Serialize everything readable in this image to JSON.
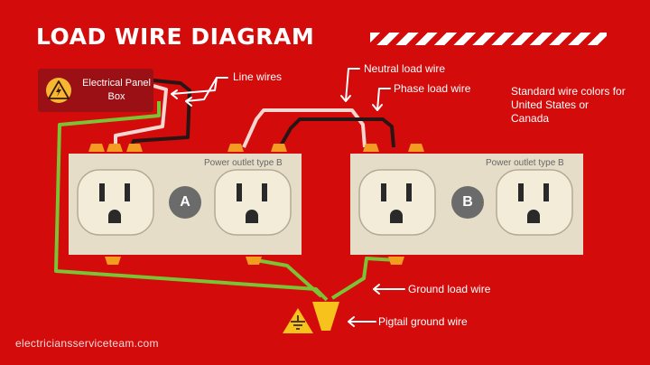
{
  "title": "LOAD WIRE DIAGRAM",
  "panel": {
    "label": "Electrical Panel Box",
    "icon": "lightning-bolt-icon"
  },
  "labels": {
    "line_wires": "Line wires",
    "neutral_load_wire": "Neutral load wire",
    "phase_load_wire": "Phase load wire",
    "ground_load_wire": "Ground load wire",
    "pigtail_ground_wire": "Pigtail ground wire"
  },
  "note": "Standard wire colors for United States or Canada",
  "outlets": [
    {
      "badge": "A",
      "type_label": "Power outlet type B"
    },
    {
      "badge": "B",
      "type_label": "Power outlet type B"
    }
  ],
  "footer": "electriciansserviceteam.com",
  "icons": {
    "ground": "ground-warning-icon"
  },
  "colors": {
    "background": "#d40b0b",
    "panel": "#9b1014",
    "outlet_plate": "#e6ddc9",
    "receptacle": "#f3ecd8",
    "neutral_wire": "#f5d7d2",
    "phase_wire": "#2a1514",
    "ground_wire": "#7bc234",
    "terminal": "#f39c1f",
    "badge": "#6b6b6b",
    "accent_yellow": "#f7c21b"
  }
}
